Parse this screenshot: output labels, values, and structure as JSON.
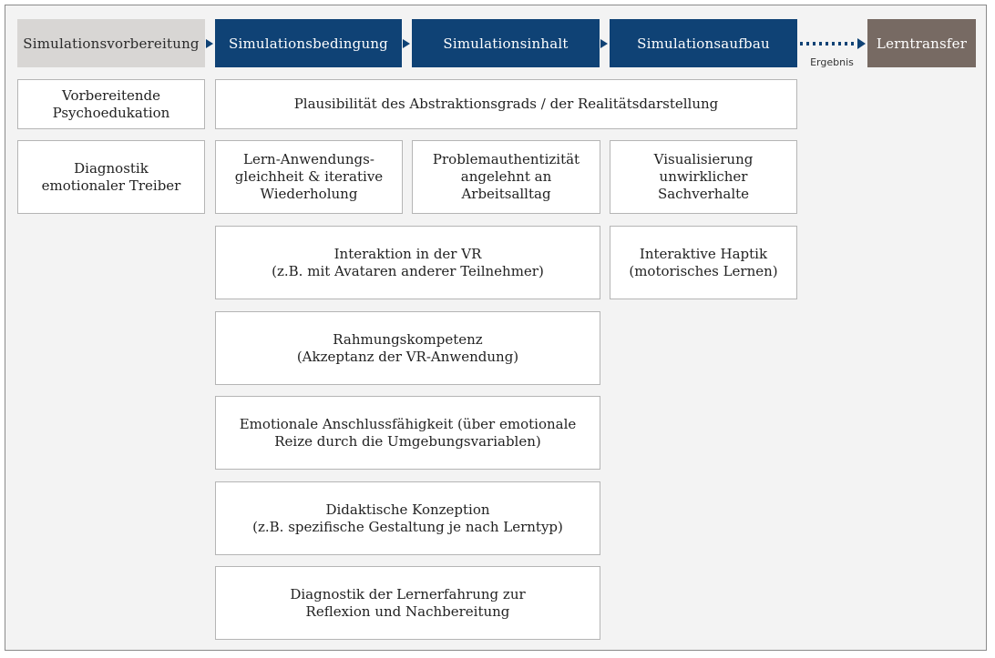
{
  "header": {
    "step1": "Simulationsvorbereitung",
    "step2": "Simulationsbedingung",
    "step3": "Simulationsinhalt",
    "step4": "Simulationsaufbau",
    "result": "Lerntransfer",
    "result_connector_label": "Ergebnis"
  },
  "colors": {
    "prep": "#d8d6d4",
    "blue": "#0f4275",
    "result": "#776a63"
  },
  "boxes": {
    "prep1": "Vorbereitende\nPsychoedukation",
    "prep2": "Diagnostik\nemotionaler Treiber",
    "wide": "Plausibilität des Abstraktionsgrads / der Realitätsdarstellung",
    "cond1": "Lern-Anwendungs-\ngleichheit & iterative\nWiederholung",
    "content1": "Problemauthentizität\nangelehnt an\nArbeitsalltag",
    "build1": "Visualisierung\nunwirklicher\nSachverhalte",
    "interaction": "Interaktion in der VR\n(z.B. mit Avataren anderer Teilnehmer)",
    "haptik": "Interaktive Haptik\n(motorisches Lernen)",
    "rahmung": "Rahmungskompetenz\n(Akzeptanz der VR-Anwendung)",
    "emotional": "Emotionale Anschlussfähigkeit (über emotionale\nReize durch die Umgebungsvariablen)",
    "didaktik": "Didaktische Konzeption\n(z.B. spezifische Gestaltung je nach Lerntyp)",
    "diagnostik": "Diagnostik der Lernerfahrung zur\nReflexion und Nachbereitung"
  }
}
